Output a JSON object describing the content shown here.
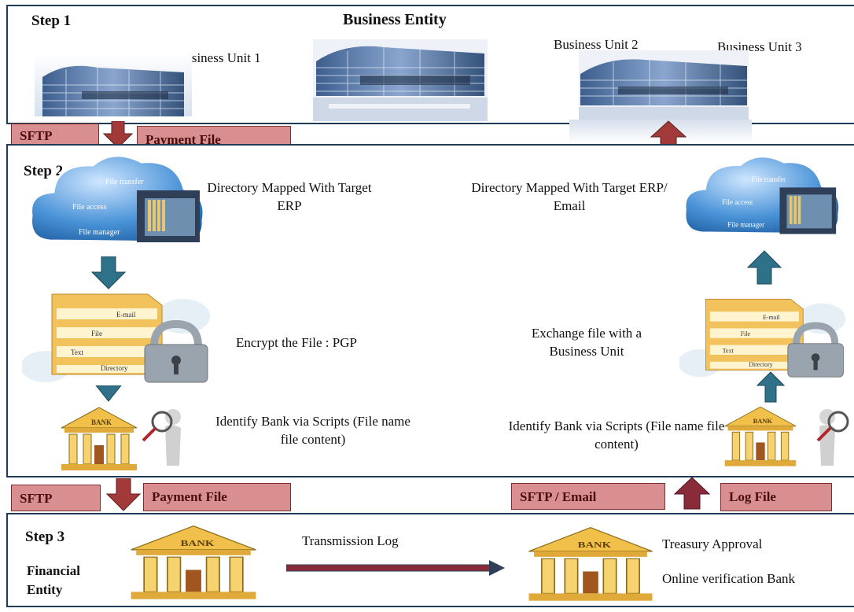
{
  "step1": {
    "step_label": "Step 1",
    "title": "Business Entity",
    "unit1": "Business Unit 1",
    "unit2": "Business Unit 2",
    "unit3": "Business Unit 3"
  },
  "transfer1": {
    "left_tag": "SFTP",
    "right_tag": "Payment File"
  },
  "step2": {
    "step_label": "Step 2",
    "left_directory": "Directory Mapped With Target ERP",
    "right_directory": "Directory Mapped With Target ERP/  Email",
    "encrypt": "Encrypt the File : PGP",
    "exchange": "Exchange file with a Business Unit",
    "identify_left": "Identify Bank via Scripts (File name file content)",
    "identify_right": "Identify Bank via Scripts (File name file content)",
    "cloud_labels": [
      "File transfer",
      "File access",
      "File manager"
    ],
    "folder_labels": [
      "E-mail",
      "File",
      "Text",
      "Directory"
    ],
    "bank_sign": "BANK"
  },
  "transfer2": {
    "left_tag": "SFTP",
    "left_file": "Payment File",
    "right_tag": "SFTP / Email",
    "right_file": "Log File"
  },
  "step3": {
    "step_label": "Step 3",
    "entity": "Financial Entity",
    "transmission": "Transmission Log",
    "treasury": "Treasury Approval",
    "verification": "Online verification Bank"
  },
  "colors": {
    "border": "#1f3b57",
    "tag_fill": "#d98f8f",
    "down_arrow": "#a33a3a",
    "teal_arrow": "#2f7189",
    "log_arrow": "#8a2b3a"
  }
}
